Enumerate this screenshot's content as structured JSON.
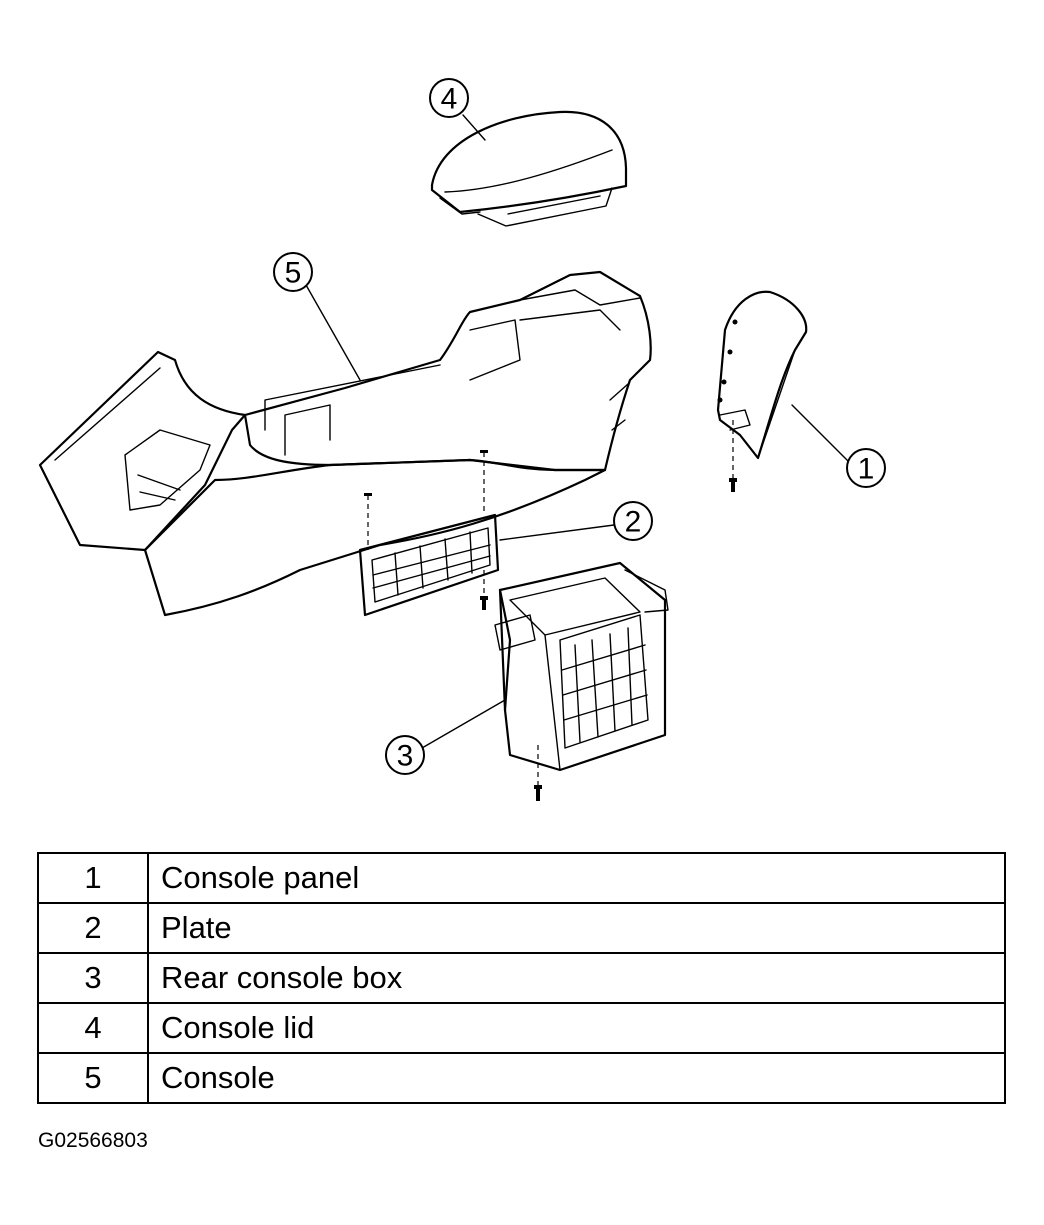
{
  "callouts": [
    "1",
    "2",
    "3",
    "4",
    "5"
  ],
  "legend": [
    {
      "num": "1",
      "label": "Console panel"
    },
    {
      "num": "2",
      "label": "Plate"
    },
    {
      "num": "3",
      "label": "Rear console box"
    },
    {
      "num": "4",
      "label": "Console lid"
    },
    {
      "num": "5",
      "label": "Console"
    }
  ],
  "figure_id": "G02566803"
}
